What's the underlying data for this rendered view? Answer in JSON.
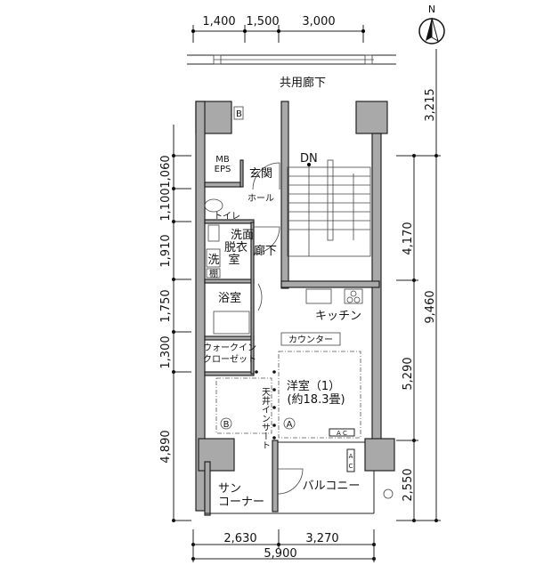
{
  "top_dimensions": [
    "1,400",
    "1,500",
    "3,000"
  ],
  "bottom_dimensions": [
    "2,630",
    "3,270"
  ],
  "bottom_total": "5,900",
  "left_dimensions": [
    "1,060",
    "1,100",
    "1,910",
    "1,750",
    "1,300",
    "4,890"
  ],
  "right_outer_dimensions": [
    "3,215",
    "9,460"
  ],
  "right_inner_dimensions": [
    "4,170",
    "5,290",
    "2,550"
  ],
  "north_label": "N",
  "corridor_label": "共用廊下",
  "rooms": {
    "mb_eps": [
      "MB",
      "EPS"
    ],
    "b_box": "B",
    "entrance": "玄関",
    "hall": "ホール",
    "toilet": "トイレ",
    "washroom": [
      "洗面",
      "脱衣",
      "室"
    ],
    "washer": "洗",
    "shelf": "棚",
    "hallway": "廊下",
    "bath": "浴室",
    "stairs_dn": "DN",
    "kitchen": "キッチン",
    "counter": "カウンター",
    "closet": [
      "ウォークイン",
      "クローゼット"
    ],
    "western_room": "洋室（1）",
    "western_room_size": "(約18.3畳)",
    "ceiling_insert": "天井インサート",
    "marker_a": "A",
    "marker_b": "B",
    "ac_label": "A C",
    "ac_label_vertical": [
      "A",
      "C"
    ],
    "balcony": "バルコニー",
    "sun_corner": [
      "サン",
      "コーナー"
    ]
  }
}
